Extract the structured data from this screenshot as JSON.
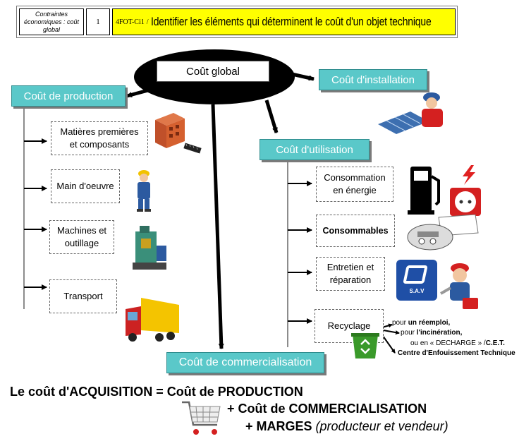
{
  "header": {
    "label": "Contraintes économiques : coût global",
    "number": "1",
    "code": "4FOT-Ci1",
    "separator": "/",
    "title": "Identifier les éléments qui déterminent le coût d'un objet technique"
  },
  "center": {
    "label": "Coût global"
  },
  "production": {
    "title": "Coût de production",
    "items": [
      "Matières premières et composants",
      "Main d'oeuvre",
      "Machines et outillage",
      "Transport"
    ]
  },
  "installation": {
    "title": "Coût d'installation"
  },
  "utilisation": {
    "title": "Coût d'utilisation",
    "items": [
      "Consommation en énergie",
      "Consommables",
      "Entretien et réparation",
      "Recyclage"
    ]
  },
  "commercialisation": {
    "title": "Coût de commercialisation"
  },
  "recycling_notes": {
    "line1_pre": "pour ",
    "line1_bold": "un réemploi,",
    "line2_pre": "pour ",
    "line2_bold": "l'incinération,",
    "line3_pre": "ou en « DECHARGE » /",
    "line3_bold": "C.E.T.",
    "line4": "Centre d'Enfouissement Technique"
  },
  "sav_label": "S.A.V",
  "formula": {
    "line1": "Le coût d'ACQUISITION = Coût de PRODUCTION",
    "line2": "+ Coût de COMMERCIALISATION",
    "line3_bold": "+ MARGES",
    "line3_italic": "(producteur et vendeur)"
  },
  "colors": {
    "teal": "#5ac8c9",
    "header_yellow": "#ffff00",
    "ellipse": "#000000"
  }
}
